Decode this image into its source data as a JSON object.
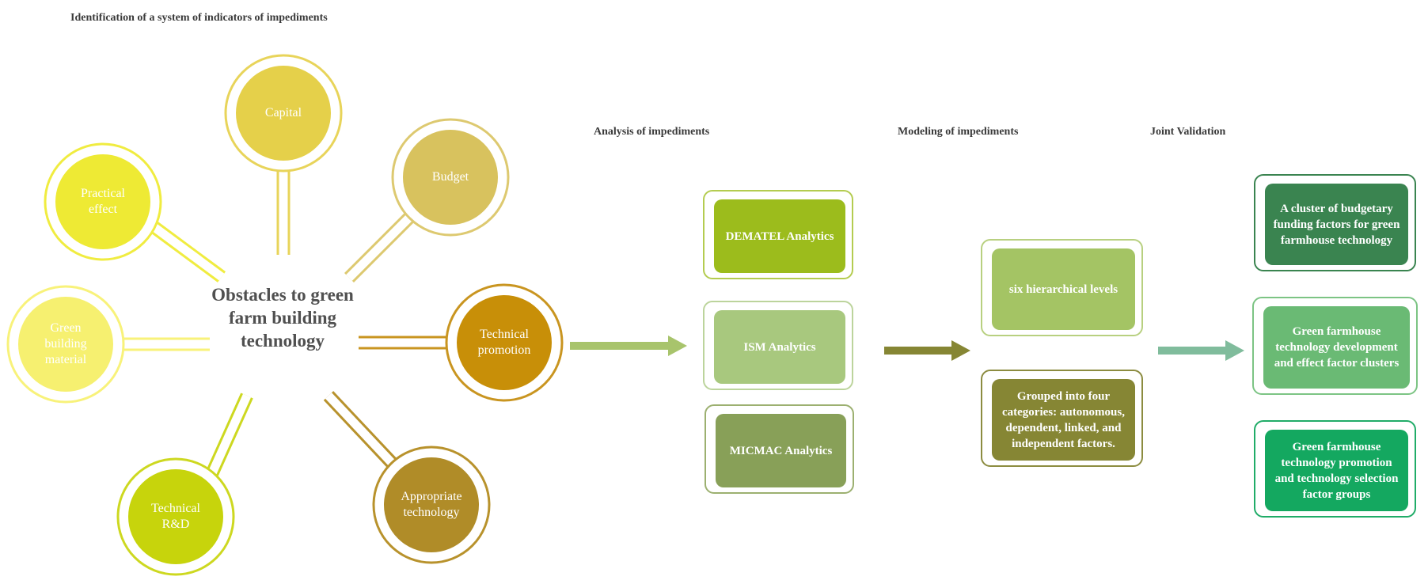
{
  "headers": {
    "identification": "Identification of a system of indicators of impediments",
    "analysis": "Analysis of impediments",
    "modeling": "Modeling of impediments",
    "validation": "Joint Validation"
  },
  "center": {
    "title": "Obstacles to green farm building technology"
  },
  "bubbles": [
    {
      "label": "Capital",
      "color": "#e5d04a",
      "ring": "#e8d45a"
    },
    {
      "label": "Budget",
      "color": "#d8c25e",
      "ring": "#ddc970"
    },
    {
      "label": "Practical effect",
      "color": "#eeea34",
      "ring": "#f0ec40"
    },
    {
      "label": "Technical promotion",
      "color": "#c88f08",
      "ring": "#c99520"
    },
    {
      "label": "Green building material",
      "color": "#f6f070",
      "ring": "#f8f27a"
    },
    {
      "label": "Appropriate technology",
      "color": "#b08c28",
      "ring": "#b8922c"
    },
    {
      "label": "Technical R&D",
      "color": "#c7d40c",
      "ring": "#cdd820"
    }
  ],
  "analysis_boxes": [
    {
      "label": "DEMATEL Analytics",
      "color": "#9cbc1c",
      "border": "#b4cc50"
    },
    {
      "label": "ISM Analytics",
      "color": "#a8c87e",
      "border": "#bcd49c"
    },
    {
      "label": "MICMAC Analytics",
      "color": "#88a058",
      "border": "#9cb070"
    }
  ],
  "modeling_boxes": [
    {
      "label": "six hierarchical levels",
      "color": "#a4c464",
      "border": "#b8d080"
    },
    {
      "label": "Grouped into four categories: autonomous, dependent, linked, and independent factors.",
      "color": "#868634",
      "border": "#8c8c40"
    }
  ],
  "validation_boxes": [
    {
      "label": "A cluster of budgetary funding factors for green farmhouse technology",
      "color": "#3a8450",
      "border": "#3a8450"
    },
    {
      "label": "Green farmhouse technology development and effect factor clusters",
      "color": "#6aba74",
      "border": "#7cc484"
    },
    {
      "label": "Green farmhouse technology promotion and technology selection factor groups",
      "color": "#14a860",
      "border": "#20ac68"
    }
  ],
  "arrows": {
    "a1": "#a8c46c",
    "a2": "#868634",
    "a3": "#80bc9c"
  }
}
